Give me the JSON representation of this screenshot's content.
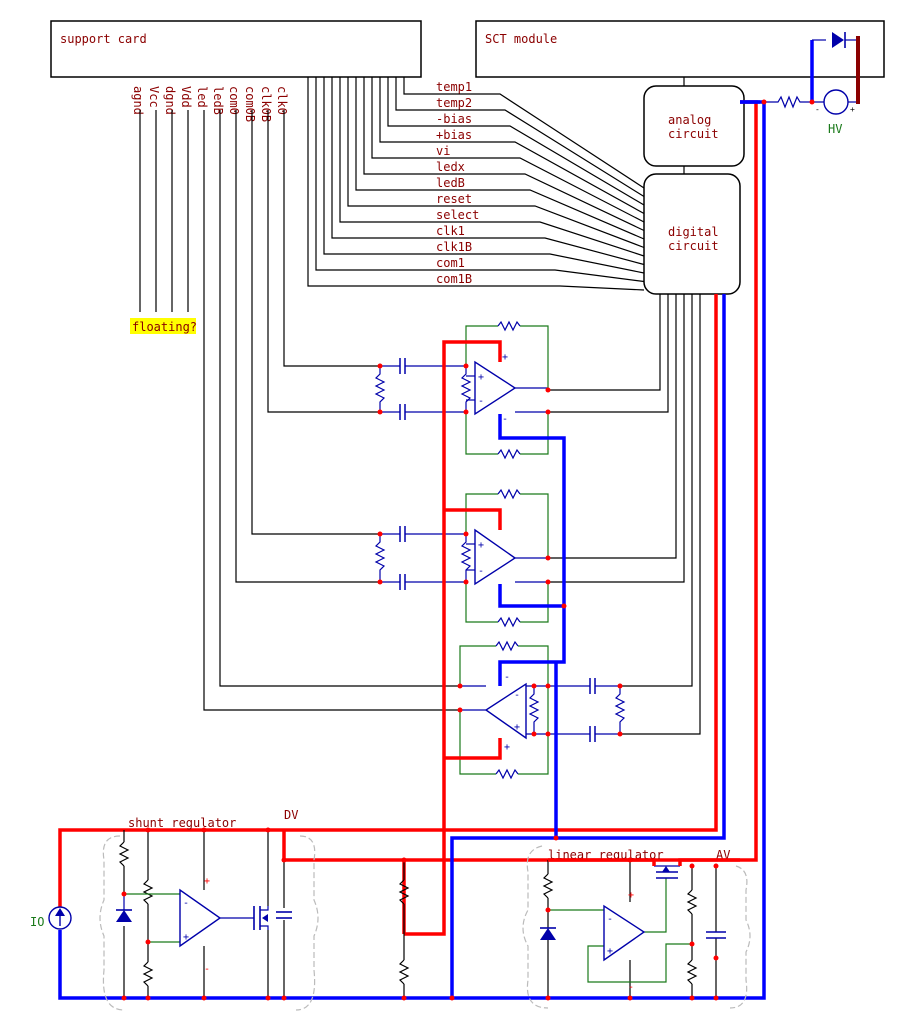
{
  "blocks": {
    "support_card": "support card",
    "sct_module": "SCT module",
    "analog_line1": "analog",
    "analog_line2": "circuit",
    "digital_line1": "digital",
    "digital_line2": "circuit"
  },
  "support_pins": [
    "agnd",
    "Vcc",
    "dgnd",
    "Vdd",
    "led",
    "ledB",
    "com0",
    "com0B",
    "clk0B",
    "clk0"
  ],
  "bus_signals": [
    "temp1",
    "temp2",
    "-bias",
    "+bias",
    "vi",
    "ledx",
    "ledB",
    "reset",
    "select",
    "clk1",
    "clk1B",
    "com1",
    "com1B"
  ],
  "labels": {
    "floating": "floating?",
    "hv": "HV",
    "io": "IO",
    "dv": "DV",
    "av": "AV",
    "shunt_regulator": "shunt regulator",
    "linear_regulator": "linear regulator"
  },
  "colors": {
    "positive_rail": "#ff0000",
    "return_rail": "#0000ff",
    "signal_wire": "#000000",
    "component": "#0000aa",
    "feedback": "#1a7a1a",
    "text": "#8b0000",
    "highlight": "#ffff00"
  }
}
